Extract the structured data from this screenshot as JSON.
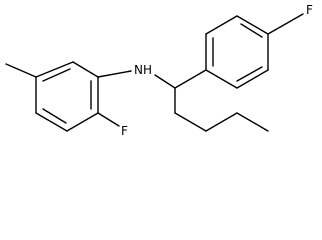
{
  "molecule": {
    "atom_labels": {
      "nh": "NH",
      "fluorine_top": "F",
      "fluorine_bottom": "F"
    },
    "colors": {
      "bond": "#000000",
      "label": "#000000",
      "background": "#ffffff"
    }
  }
}
